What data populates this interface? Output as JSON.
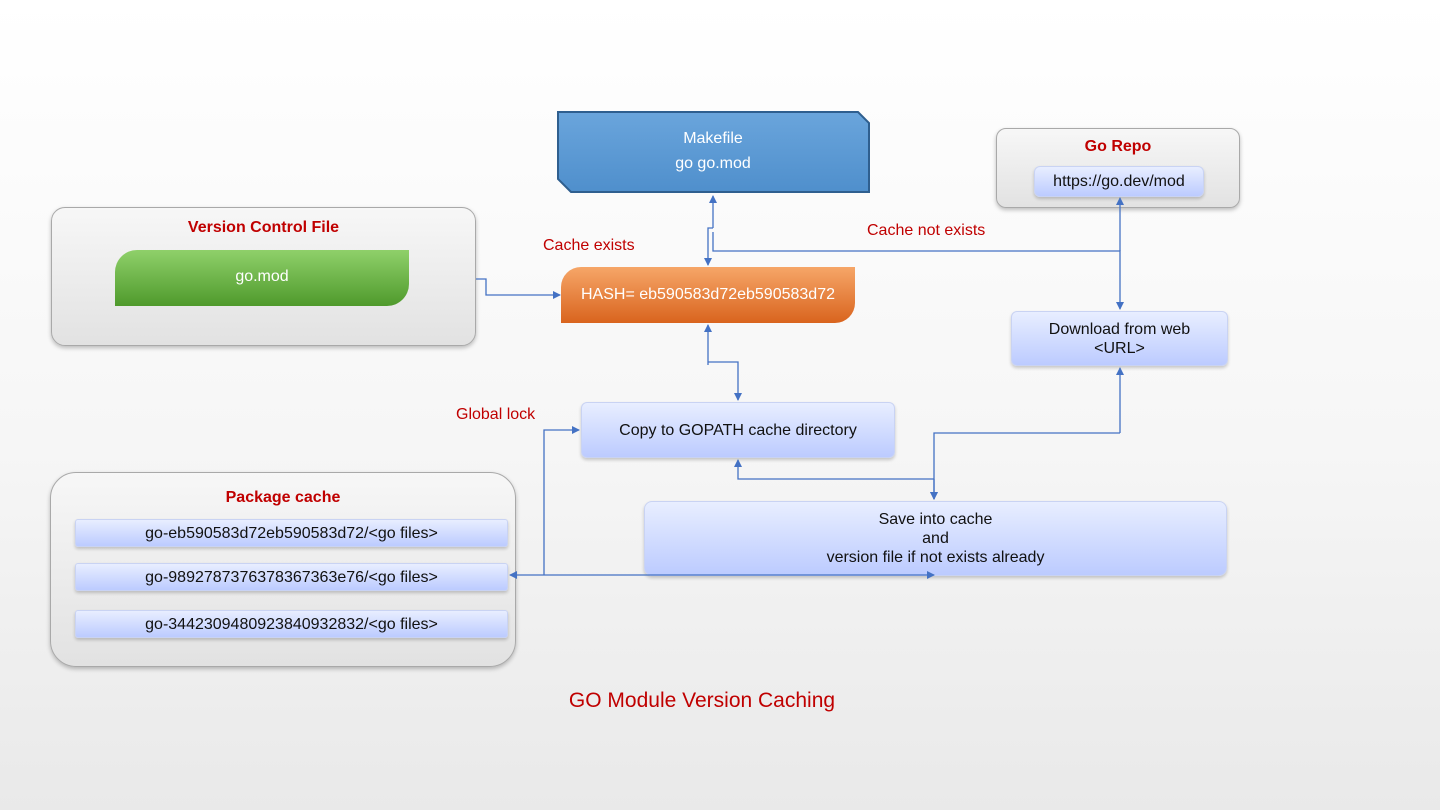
{
  "makefile": {
    "line1": "Makefile",
    "line2": "go go.mod"
  },
  "go_repo": {
    "title": "Go Repo",
    "url": "https://go.dev/mod"
  },
  "version_control": {
    "title": "Version Control File",
    "file": "go.mod"
  },
  "hash_box": "HASH= eb590583d72eb590583d72",
  "labels": {
    "cache_exists": "Cache exists",
    "cache_not_exists": "Cache not exists",
    "global_lock": "Global lock"
  },
  "download": "Download from web\n<URL>",
  "copy_box": "Copy to GOPATH cache directory",
  "save_box": "Save into cache\nand\nversion file if not exists already",
  "package_cache": {
    "title": "Package cache",
    "items": [
      "go-eb590583d72eb590583d72/<go files>",
      "go-9892787376378367363e76/<go files>",
      "go-344230948092384093283​2/<go files>"
    ]
  },
  "caption": "GO Module Version Caching",
  "colors": {
    "accent_red": "#c00000",
    "connector_blue": "#4472c4",
    "makefile_blue": "#5b9bd5",
    "gomod_green": "#5ea63a",
    "hash_orange": "#e07b39"
  }
}
